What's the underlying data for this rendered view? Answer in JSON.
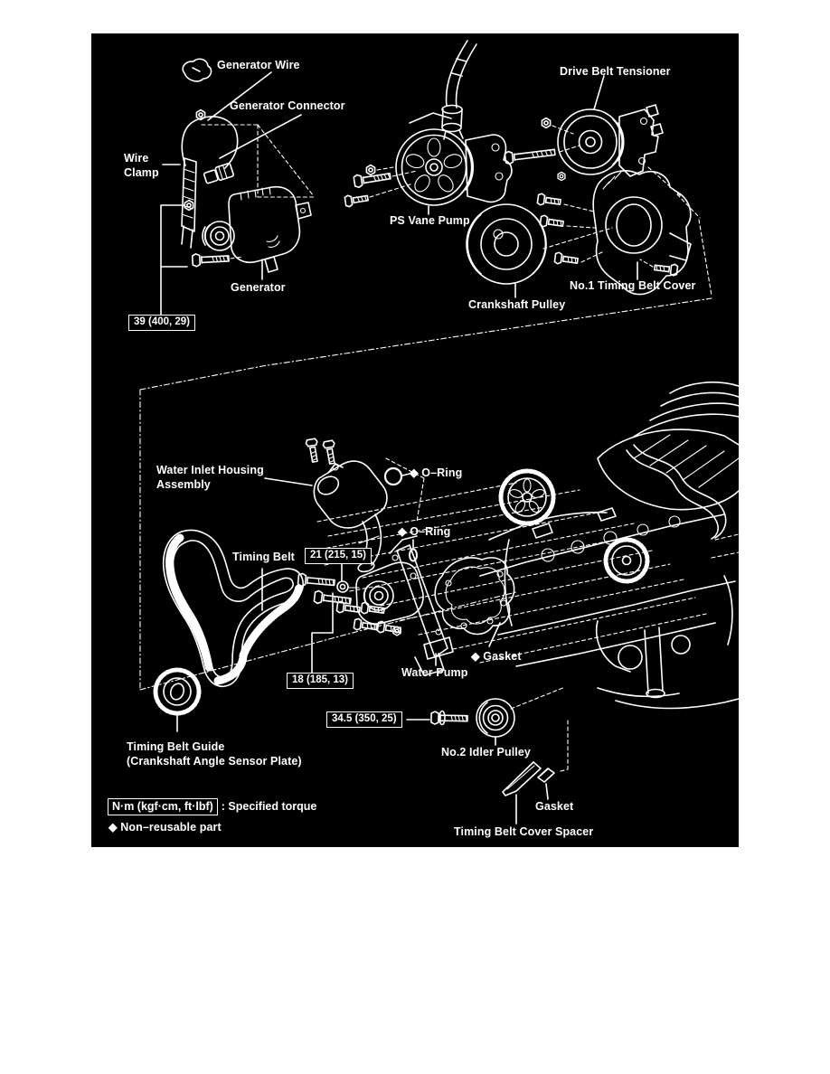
{
  "colors": {
    "paper": "#ffffff",
    "diagram_background": "#000000",
    "ink": "#ffffff"
  },
  "parts": {
    "generator_wire": "Generator Wire",
    "generator_connector": "Generator Connector",
    "wire_clamp": "Wire\nClamp",
    "generator": "Generator",
    "ps_vane_pump": "PS Vane Pump",
    "drive_belt_tensioner": "Drive Belt Tensioner",
    "no1_timing_belt_cover": "No.1 Timing Belt Cover",
    "crankshaft_pulley": "Crankshaft Pulley",
    "water_inlet_housing": "Water Inlet Housing\nAssembly",
    "o_ring_1": "◆ O–Ring",
    "o_ring_2": "◆ O–Ring",
    "timing_belt": "Timing Belt",
    "water_pump": "Water Pump",
    "gasket_1": "◆ Gasket",
    "no2_idler_pulley": "No.2 Idler Pulley",
    "timing_belt_guide": "Timing Belt Guide\n(Crankshaft Angle Sensor Plate)",
    "gasket_2": "Gasket",
    "timing_belt_cover_spacer": "Timing Belt Cover Spacer"
  },
  "torque_specs": [
    {
      "fastener": "generator-bolt",
      "value": "39 (400, 29)"
    },
    {
      "fastener": "water-inlet-housing-bolt",
      "value": "21 (215, 15)"
    },
    {
      "fastener": "water-pump-bolt",
      "value": "18 (185, 13)"
    },
    {
      "fastener": "no2-idler-pulley-bolt",
      "value": "34.5 (350, 25)"
    }
  ],
  "legend": {
    "torque_unit_box": "N·m (kgf·cm, ft·lbf)",
    "torque_note": ": Specified torque",
    "non_reusable_note": "◆ Non–reusable part"
  }
}
